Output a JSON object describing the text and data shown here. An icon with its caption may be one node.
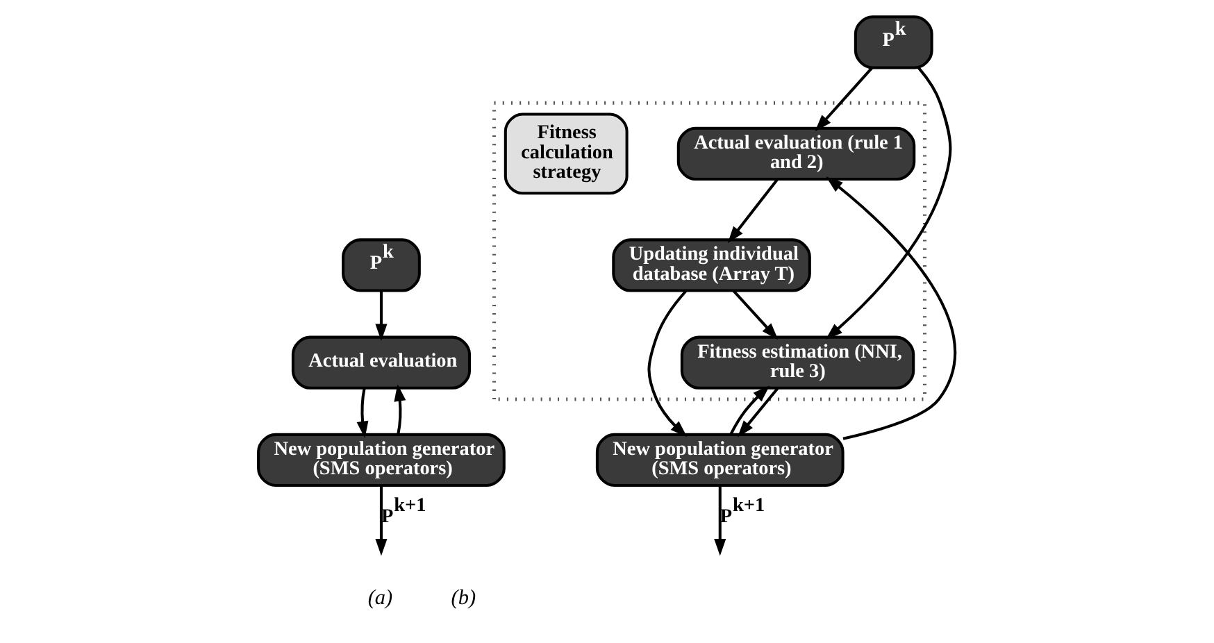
{
  "diagram": {
    "nodes": [
      {
        "text": [
          "P$^{k}$"
        ]
      },
      {
        "text": [
          "Actual evaluation"
        ]
      },
      {
        "text": [
          "New population generator (SMS operators)"
        ]
      },
      {
        "text": [
          "P$^{k}$"
        ]
      },
      {
        "text": [],
        "shape": "box"
      },
      {
        "text": [
          "Actual evaluation (rule 1 and 2)"
        ],
        "in": 4
      },
      {
        "text": [
          "Fitness calculation strategy"
        ],
        "in": 4
      },
      {
        "text": [
          "Updating individual database (Array T)"
        ],
        "in": 4
      },
      {
        "text": [
          "Fitness estimation (NNI, rule 3)"
        ],
        "in": 4
      },
      {
        "text": [
          "New population generator (SMS operators)"
        ]
      }
    ],
    "edges": [
      {
        "from": 0,
        "to": 1,
        "arrow": "to"
      },
      {
        "from": 1,
        "to": 2,
        "arrow": "to"
      },
      {
        "from": 2,
        "to": null,
        "arrow": "to",
        "label": "P$^{k+1}$"
      },
      {
        "from": 2,
        "to": 1,
        "arrow": "to"
      },
      {
        "from": 3,
        "to": 5,
        "arrow": "to"
      },
      {
        "from": 3,
        "to": 8,
        "arrow": "to"
      },
      {
        "from": 5,
        "to": 7,
        "arrow": "to"
      },
      {
        "from": 7,
        "to": 8,
        "arrow": "to"
      },
      {
        "from": 7,
        "to": 9,
        "arrow": "to"
      },
      {
        "from": 8,
        "to": 9,
        "arrow": "to"
      },
      {
        "from": 9,
        "to": null,
        "arrow": "to",
        "label": "P$^{k+1}$"
      },
      {
        "from": 9,
        "to": 5,
        "arrow": "to"
      },
      {
        "from": 9,
        "to": 8,
        "arrow": "to"
      }
    ],
    "labels": [
      "(a)",
      "(b)"
    ]
  }
}
